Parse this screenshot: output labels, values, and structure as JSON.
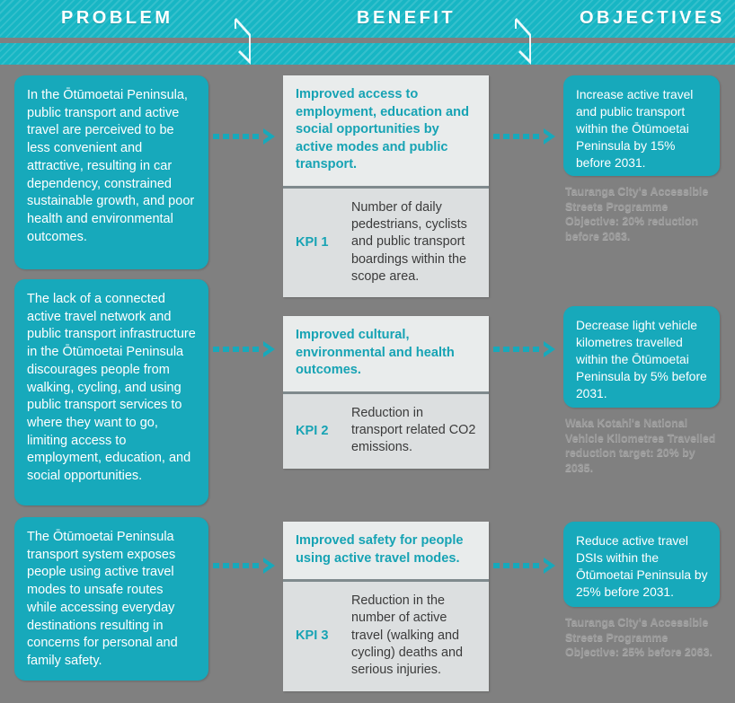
{
  "header": {
    "columns": [
      {
        "id": "problem",
        "label": "PROBLEM"
      },
      {
        "id": "benefit",
        "label": "BENEFIT"
      },
      {
        "id": "objectives",
        "label": "OBJECTIVES"
      }
    ],
    "divider_color": "#808080",
    "band_color": "#17b6c4"
  },
  "colors": {
    "teal_box": "#17a9bb",
    "teal_text": "#17a3b4",
    "background": "#808080",
    "benefit_head": "#e9ecec",
    "benefit_kpi": "#dcdfe0",
    "footnote_text": "#9a9a9a"
  },
  "rows": [
    {
      "problem": "In the Ōtūmoetai Peninsula, public transport and active travel are perceived to be less convenient and attractive, resulting in car dependency, constrained sustainable growth, and poor health and environmental outcomes.",
      "benefit": {
        "heading": "Improved access to employment, education and social opportunities by active modes and public transport.",
        "kpi_label": "KPI 1",
        "kpi_text": "Number of daily pedestrians, cyclists and public transport boardings within the scope area."
      },
      "objective": "Increase active travel and public transport within the Ōtūmoetai Peninsula by 15% before 2031.",
      "footnote": "Tauranga City's Accessible Streets Programme Objective: 20% reduction before 2063."
    },
    {
      "problem": "The lack of a connected active travel network and public transport infrastructure in the Ōtūmoetai Peninsula discourages people from walking, cycling, and using public transport services to where they want to go, limiting access to employment, education, and social opportunities.",
      "benefit": {
        "heading": "Improved cultural, environmental and health outcomes.",
        "kpi_label": "KPI 2",
        "kpi_text": "Reduction in transport related CO2 emissions."
      },
      "objective": "Decrease light vehicle kilometres travelled within the Ōtūmoetai Peninsula by 5% before 2031.",
      "footnote": "Waka Kotahi's National Vehicle Kilometres Travelled reduction target: 20% by 2035."
    },
    {
      "problem": "The Ōtūmoetai Peninsula transport system exposes people using active travel modes to unsafe routes while accessing everyday destinations resulting in concerns for personal and family safety.",
      "benefit": {
        "heading": "Improved safety for people using active travel modes.",
        "kpi_label": "KPI 3",
        "kpi_text": "Reduction in the number of active travel (walking and cycling) deaths and serious injuries."
      },
      "objective": "Reduce active travel DSIs within the Ōtūmoetai Peninsula by 25% before 2031.",
      "footnote": "Tauranga City's Accessible Streets Programme Objective: 25% before 2063."
    }
  ]
}
